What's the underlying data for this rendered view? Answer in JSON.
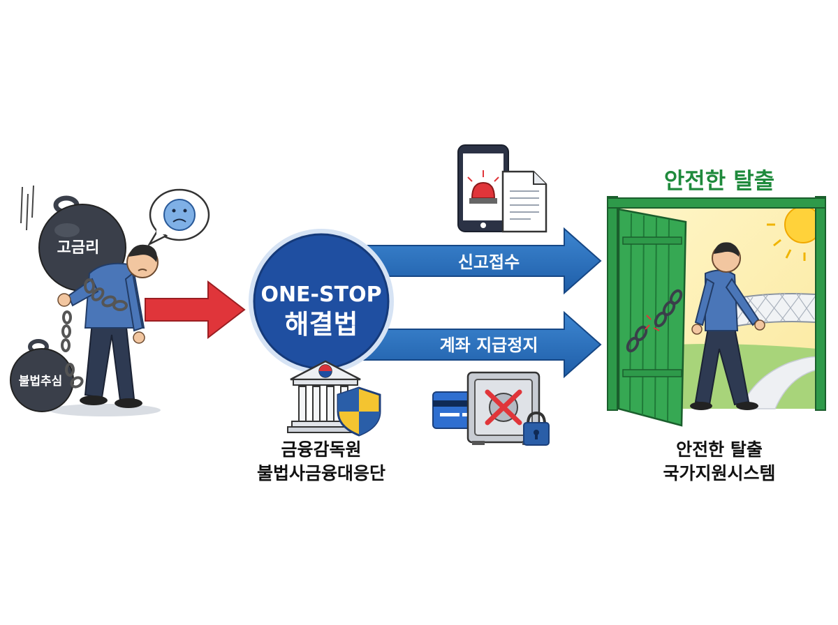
{
  "weights": {
    "top_label": "고금리",
    "bottom_label": "불법추심"
  },
  "hub": {
    "line1": "ONE-STOP",
    "line2": "해결법"
  },
  "agency": {
    "line1": "금융감독원",
    "line2": "불법사금융대응단"
  },
  "arrows": {
    "top_label": "신고접수",
    "bottom_label": "계좌 지급정지"
  },
  "exit": {
    "title": "안전한 탈출",
    "caption_line1": "안전한 탈출",
    "caption_line2": "국가지원시스템"
  },
  "icons": [
    "sad-face-icon",
    "chain-icon",
    "bank-building-icon",
    "shield-icon",
    "phone-alert-icon",
    "document-icon",
    "credit-card-icon",
    "safe-icon",
    "padlock-icon",
    "sun-icon",
    "broken-chain-icon"
  ],
  "colors": {
    "red_arrow": "#e0353a",
    "blue_arrow": "#2a6fb8",
    "hub_blue": "#1f4fa1",
    "door_green": "#2e9a4a",
    "title_green": "#1f8a3c",
    "weight_dark": "#3a3f4a"
  }
}
